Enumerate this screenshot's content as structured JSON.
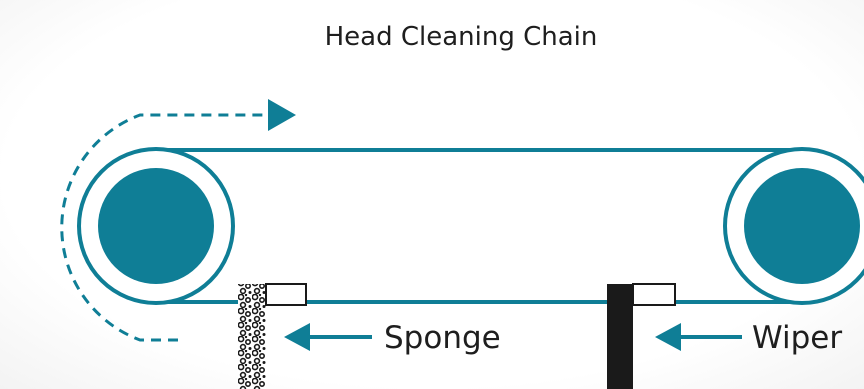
{
  "diagram": {
    "title": "Head Cleaning Chain",
    "labels": {
      "sponge": "Sponge",
      "wiper": "Wiper"
    },
    "colors": {
      "accent": "#0f7e96",
      "text": "#1e1e1e",
      "wiper_blade": "#1a1a1a",
      "background": "#ffffff"
    },
    "icons": {
      "rotation": "dashed-rotation-arrow-icon",
      "sponge_pointer": "left-arrow-icon",
      "wiper_pointer": "left-arrow-icon"
    }
  }
}
